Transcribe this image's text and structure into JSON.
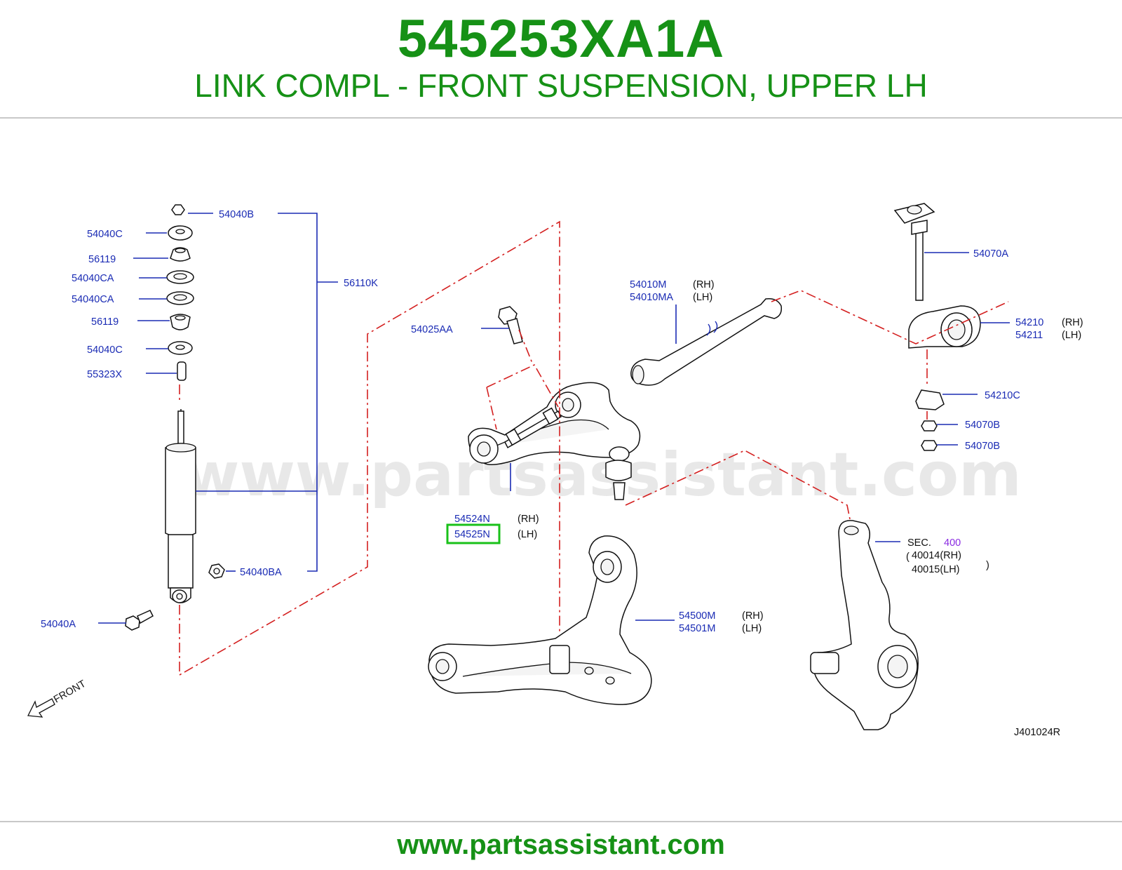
{
  "header": {
    "part_number": "545253XA1A",
    "description": "LINK COMPL - FRONT SUSPENSION, UPPER LH"
  },
  "footer": {
    "url": "www.partsassistant.com"
  },
  "watermark": "www.partsassistant.com",
  "diagram": {
    "code": "J401024R",
    "front_label": "FRONT",
    "labels": {
      "p54040B": "54040B",
      "p54040C_top": "54040C",
      "p56119_top": "56119",
      "p54040CA_1": "54040CA",
      "p54040CA_2": "54040CA",
      "p56119_bot": "56119",
      "p54040C_bot": "54040C",
      "p55323X": "55323X",
      "p56110K": "56110K",
      "p54040BA": "54040BA",
      "p54040A": "54040A",
      "p54025AA": "54025AA",
      "p54010M": "54010M",
      "p54010MA": "54010MA",
      "p54524N": "54524N",
      "p54525N": "54525N",
      "p54500M": "54500M",
      "p54501M": "54501M",
      "p54070A": "54070A",
      "p54210": "54210",
      "p54211": "54211",
      "p54210C": "54210C",
      "p54070B_1": "54070B",
      "p54070B_2": "54070B",
      "sec": "SEC.",
      "sec_num": "400",
      "p40014": "40014(RH)",
      "p40015": "40015(LH)",
      "rh": "(RH)",
      "lh": "(LH)"
    },
    "highlight": "54525N",
    "colors": {
      "title_green": "#169116",
      "label_blue": "#1a2bb4",
      "dash_red": "#d42020",
      "highlight_green": "#19c119",
      "section_purple": "#8a2be2"
    }
  }
}
